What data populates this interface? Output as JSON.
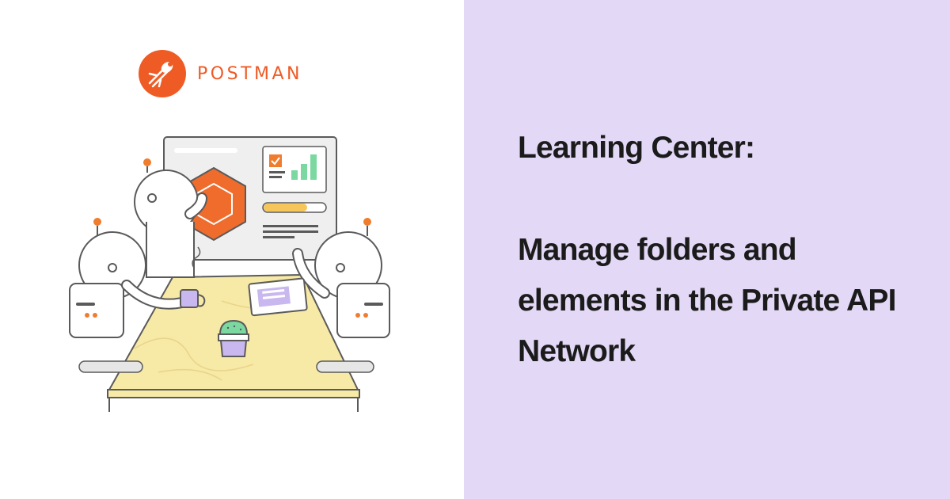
{
  "brand": {
    "name": "POSTMAN",
    "logo_icon": "postman-astronaut-logo",
    "accent": "#ef5b25"
  },
  "colors": {
    "right_panel": "#e3d8f6",
    "headline_text": "#1b1b1b"
  },
  "headline": {
    "line1": "Learning Center:",
    "line2": "Manage folders and elements in the Private API Network"
  },
  "illustration": {
    "subject": "team-meeting-robots-illustration"
  }
}
